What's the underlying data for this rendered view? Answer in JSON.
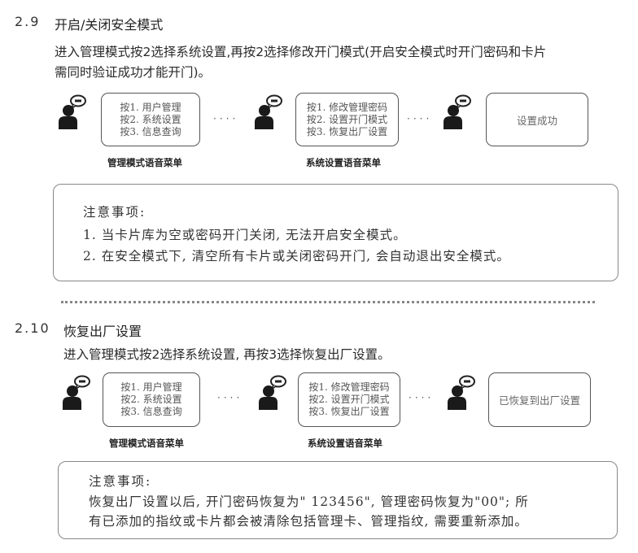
{
  "section_2_9": {
    "number": "2.9",
    "title": "开启/关闭安全模式",
    "intro_lines": [
      "进入管理模式按2选择系统设置,再按2选择修改开门模式(开启安全模式时开门密码和卡片",
      "需同时验证成功才能开门)。"
    ],
    "flow": {
      "icons": [
        "person-speaking-icon",
        "person-speaking-icon",
        "person-speaking-icon"
      ],
      "connector": "····",
      "admin_menu": {
        "lines": [
          "按1. 用户管理",
          "按2. 系统设置",
          "按3. 信息查询"
        ],
        "caption": "管理模式语音菜单"
      },
      "system_menu": {
        "lines": [
          "按1. 修改管理密码",
          "按2. 设置开门模式",
          "按3. 恢复出厂设置"
        ],
        "caption": "系统设置语音菜单"
      },
      "result": "设置成功"
    },
    "notice": {
      "title": "注意事项:",
      "lines": [
        "1. 当卡片库为空或密码开门关闭, 无法开启安全模式。",
        "2. 在安全模式下, 清空所有卡片或关闭密码开门, 会自动退出安全模式。"
      ]
    }
  },
  "section_2_10": {
    "number": "2.10",
    "title": "恢复出厂设置",
    "intro_lines": [
      "进入管理模式按2选择系统设置, 再按3选择恢复出厂设置。"
    ],
    "flow": {
      "icons": [
        "person-speaking-icon",
        "person-speaking-icon",
        "person-speaking-icon"
      ],
      "connector": "····",
      "admin_menu": {
        "lines": [
          "按1. 用户管理",
          "按2. 系统设置",
          "按3. 信息查询"
        ],
        "caption": "管理模式语音菜单"
      },
      "system_menu": {
        "lines": [
          "按1. 修改管理密码",
          "按2. 设置开门模式",
          "按3. 恢复出厂设置"
        ],
        "caption": "系统设置语音菜单"
      },
      "result": "已恢复到出厂设置"
    },
    "notice": {
      "title": "注意事项:",
      "lines": [
        "恢复出厂设置以后, 开门密码恢复为\" 123456\", 管理密码恢复为\"00\"; 所",
        "有已添加的指纹或卡片都会被清除包括管理卡、管理指纹, 需要重新添加。"
      ]
    }
  }
}
